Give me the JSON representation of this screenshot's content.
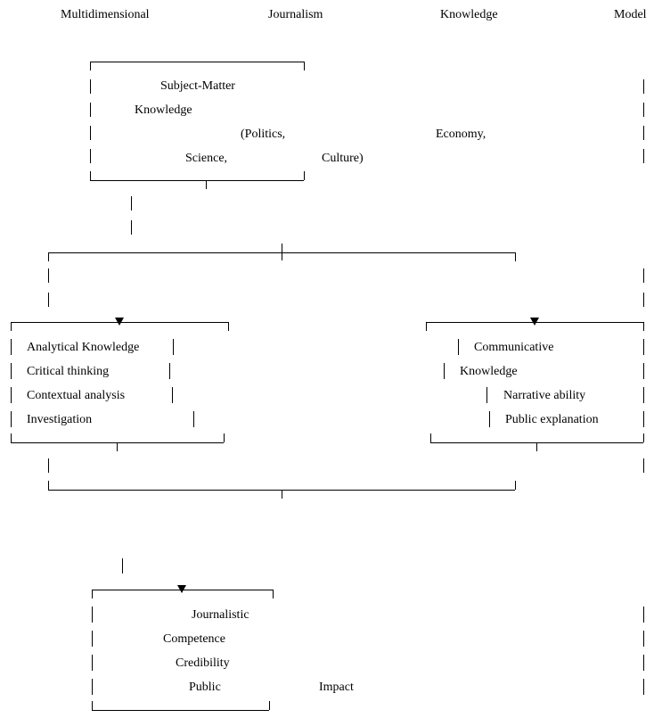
{
  "header": {
    "w1": "Multidimensional",
    "w2": "Journalism",
    "w3": "Knowledge",
    "w4": "Model"
  },
  "subject_box": {
    "l1": "Subject-Matter",
    "l2": "Knowledge",
    "l3a": "(Politics,",
    "l3b": "Economy,",
    "l4a": "Science,",
    "l4b": "Culture)"
  },
  "analytical_box": {
    "l1": "Analytical  Knowledge",
    "l2": "Critical   thinking",
    "l3": "Contextual   analysis",
    "l4": "Investigation"
  },
  "communicative_box": {
    "l1": "Communicative",
    "l2": "Knowledge",
    "l3": "Narrative   ability",
    "l4": "Public   explanation"
  },
  "competence_box": {
    "l1": "Journalistic",
    "l2": "Competence",
    "l3": "Credibility",
    "l4a": "Public",
    "l4b": "Impact"
  }
}
